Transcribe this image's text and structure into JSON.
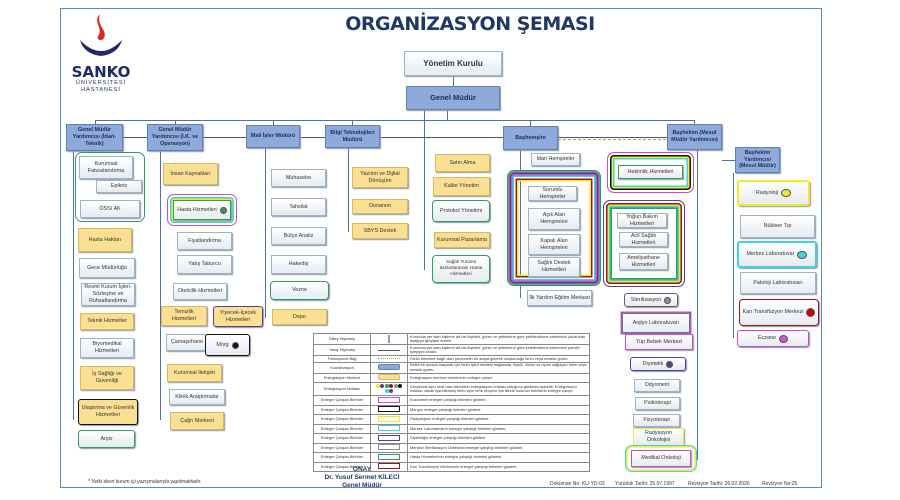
{
  "header": {
    "title": "ORGANİZASYON ŞEMASI",
    "logo_name": "SANKO",
    "logo_sub1": "ÜNİVERSİTESİ",
    "logo_sub2": "HASTANESİ"
  },
  "top": {
    "board": "Yönetim Kurulu",
    "gm": "Genel Müdür"
  },
  "level2": [
    "Genel Müdür Yardımcısı (İdari-Teknik)",
    "Genel Müdür Yardımcısı (İ.K. ve Operasyon)",
    "Mali İşler Müdürü",
    "Bilgi Teknolojileri Müdürü",
    "Başhemşire",
    "Başhekim (Mesul Müdür Yardımcısı)",
    "Başhekim Yardımcısı (Mesul Müdür)"
  ],
  "idari": [
    "Kurumsal Faturalandırma",
    "Epikriz",
    "ÖSS/ AK",
    "Hasta Hakları",
    "Gece Müdürlüğü",
    "Resmi Kurum İşleri-Sözleşme ve Ruhsatlandırma",
    "Teknik Hizmetler",
    "Biyomedikal Hizmetleri",
    "İş Sağlığı ve Güvenliği",
    "Ulaştırma ve Güvenlik Hizmetleri",
    "Arşiv"
  ],
  "ik": [
    "İnsan Kaynakları",
    "Hasta Hizmetleri",
    "Fiyatlandırma",
    "Yatış Taburcu",
    "Otelcilik Hizmetleri",
    "Temizlik Hizmetleri",
    "Yiyecek-İçecek Hizmetleri",
    "Çamaşırhane",
    "Morg",
    "Kurumsal İletişim",
    "Klinik Araştırmalar",
    "Çağrı Merkezi"
  ],
  "mali": [
    "Muhasebe",
    "Tahsilat",
    "Bütçe Analiz",
    "Hakediş",
    "Vezne",
    "Depo"
  ],
  "bt": [
    "Yazılım ve Dijital Dönüşüm",
    "Donanım",
    "SBYS Destek"
  ],
  "gm_direct": [
    "Satın Alma",
    "Kalite Yönetim",
    "Protokol Yönetimi",
    "Kurumsal Pazarlama",
    "Sağlık Turizmi &Uluslararası Hasta Hizmetleri"
  ],
  "hemsire": [
    "İdari Hemşireler",
    "Sorumlu Hemşireler",
    "Açık Alan Hemşireleri",
    "Kapalı Alan Hemşireleri",
    "Sağlık Destek Hizmetleri",
    "İlk Yardım Eğitim Merkezi"
  ],
  "bashekim": [
    "Hekimlik Hizmetleri",
    "Yoğun Bakım Hizmetleri",
    "Acil Sağlık Hizmetleri",
    "Ameliyathane Hizmetleri",
    "Sterilizasyon",
    "Anjiyo Laboratuvarı",
    "Tüp Bebek Merkezi",
    "Diyetetik",
    "Odyometri",
    "Psikoterapi",
    "Fizyoterapi",
    "Radyasyon Onkolojisi",
    "Medikal Onkoloji"
  ],
  "mesul": [
    "Radyoloji",
    "Nükleer Tıp",
    "Merkez Laboratuvar",
    "Patoloji Laboratuvarı",
    "Kan Transfüzyon Merkezi",
    "Eczane"
  ],
  "colors": {
    "green": "#2e9e5b",
    "yellow": "#f2ea2a",
    "cyan": "#3fd3e0",
    "purple": "#5a3d9a",
    "magenta": "#c84fc8",
    "red": "#a0141c",
    "black": "#111111",
    "gray": "#8a9099",
    "box_blue": "#8eaadb",
    "box_yellow": "#fbdf93",
    "title": "#1f3864"
  },
  "legend": [
    {
      "name": "Dikey Hiyerarşi",
      "desc": "Kurumda yer alan kişilerin alt-üst ilişkileri, görev ve yetkilerine göre yetkilendirme sisteminin yukarıdan aşağıya işleyişini anlatır."
    },
    {
      "name": "Yatay Hiyerarşi",
      "desc": "Kurumda yer alan kişilerin alt-üst ilişkileri, görev ve yetkilerine göre yetkilendirme sisteminin paralel işleyişini anlatır."
    },
    {
      "name": "Fonksiyonel Bağ",
      "desc": "Farklı birimlere bağlı olan personelin bir araya gelerek oluşturduğu birim veya meslek grubu."
    },
    {
      "name": "Koordinasyon",
      "desc": "Belirli bir amaca ulaşmak için farklı işleri mesleki bağlamda, ilişkili, düzen ve uyum sağlayan birim veya meslek grubu."
    },
    {
      "name": "Entegrasyon Merkezi",
      "desc": "Entegrasyon merkezi birimlerinin entegre çalışır."
    },
    {
      "name": "Entegrasyon Noktası",
      "desc": "Çerçevesi aynı renk olan birimlerin entegrasyon noktası olduğunu gösteren işarettir. Entegrasyon noktası olarak işaretlenmiş birim aynı renk çerçeve içerisinde bulunan birimlerle entegre çalışır."
    },
    {
      "name": "Entegre Çalışan Birimler",
      "desc": "Eczanenin entegre çalıştığı birimleri gösterir."
    },
    {
      "name": "Entegre Çalışan Birimler",
      "desc": "Morgun entegre çalıştığı birimleri gösterir."
    },
    {
      "name": "Entegre Çalışan Birimler",
      "desc": "Radyolojinin entegre çalıştığı birimleri gösterir."
    },
    {
      "name": "Entegre Çalışan Birimler",
      "desc": "Merkez Laboratuvarın entegre çalıştığı birimleri gösterir."
    },
    {
      "name": "Entegre Çalışan Birimler",
      "desc": "Diyetetiğin entegre çalıştığı birimleri gösterir."
    },
    {
      "name": "Entegre Çalışan Birimler",
      "desc": "Merkezi Sterilizasyon Ünitesinin entegre çalıştığı birimleri gösterir."
    },
    {
      "name": "Entegre Çalışan Birimler",
      "desc": "Hasta Hizmetlerinin entegre çalıştığı birimleri gösterir."
    },
    {
      "name": "Entegre Çalışan Birimler",
      "desc": "Kan Transfüzyon Merkezinin entegre çalıştığı birimleri gösterir."
    }
  ],
  "footer": {
    "onay": "ONAY",
    "name": "Dr. Yusuf Sermet KİLECİ",
    "role": "Genel Müdür",
    "note": "* Yetki devri kurum içi yazışmalarıyla yapılmaktadır.",
    "doc_no": "Doküman No: KU-YD-02",
    "pub_date": "Yürürlük Tarihi: 25.07.1997",
    "rev_date": "Revizyon Tarihi: 26.02.2026",
    "rev_no": "Revizyon No:25"
  }
}
